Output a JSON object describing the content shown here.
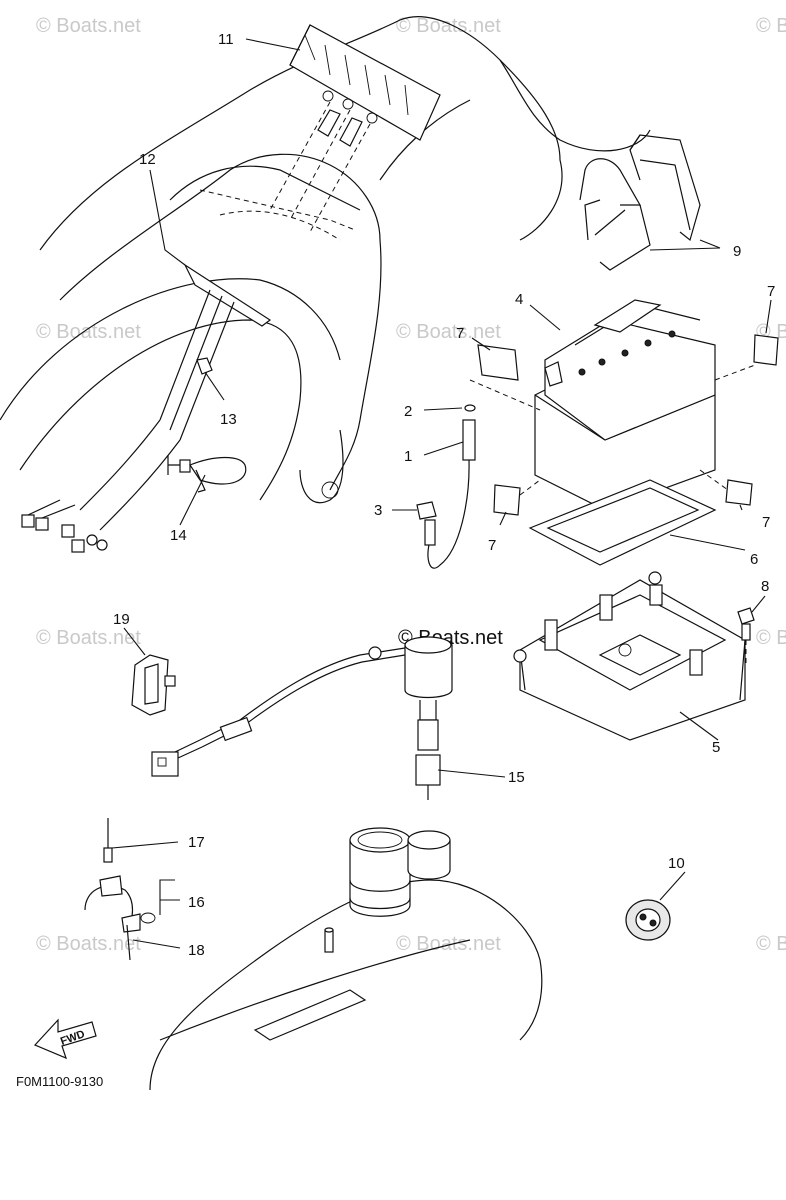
{
  "diagram_code": "F0M1100-9130",
  "direction_arrow": "FWD",
  "watermark": "© Boats.net",
  "part_numbers": {
    "p1": "1",
    "p2": "2",
    "p3": "3",
    "p4": "4",
    "p5": "5",
    "p6": "6",
    "p7a": "7",
    "p7b": "7",
    "p7c": "7",
    "p7d": "7",
    "p8": "8",
    "p9": "9",
    "p10": "10",
    "p11": "11",
    "p12": "12",
    "p13": "13",
    "p14": "14",
    "p15": "15",
    "p16": "16",
    "p17": "17",
    "p18": "18",
    "p19": "19"
  }
}
